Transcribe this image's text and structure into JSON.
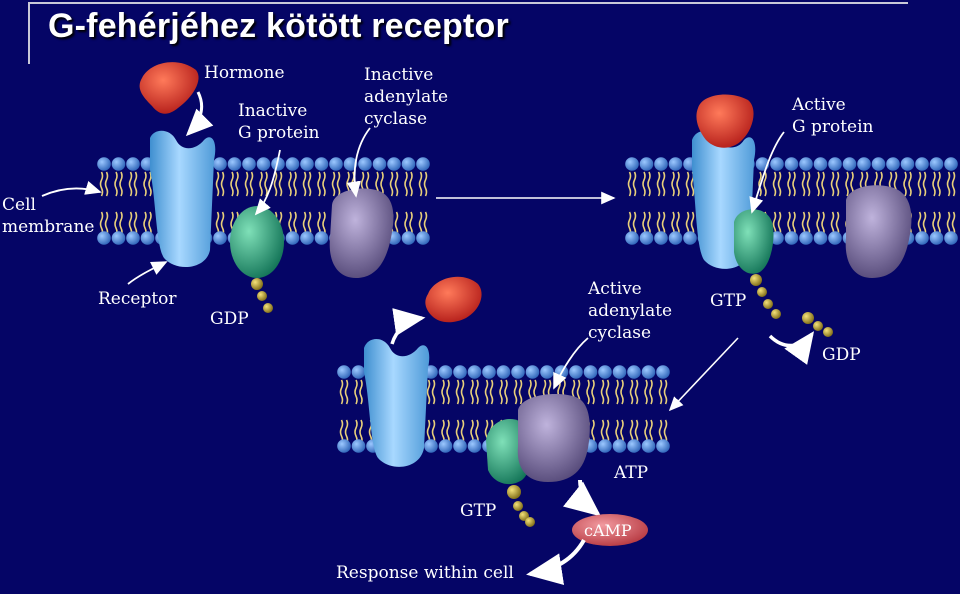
{
  "slide": {
    "title": "G-fehérjéhez kötött receptor"
  },
  "labels": {
    "hormone": "Hormone",
    "inactive_g_protein": [
      "Inactive",
      "G protein"
    ],
    "inactive_adenylate_cyclase": [
      "Inactive",
      "adenylate",
      "cyclase"
    ],
    "cell_membrane": [
      "Cell",
      "membrane"
    ],
    "receptor": "Receptor",
    "gdp_left": "GDP",
    "active_g_protein": [
      "Active",
      "G protein"
    ],
    "gtp_right": "GTP",
    "gdp_right": "GDP",
    "active_adenylate_cyclase": [
      "Active",
      "adenylate",
      "cyclase"
    ],
    "atp": "ATP",
    "gtp_bottom": "GTP",
    "camp": "cAMP",
    "response": "Response within cell"
  },
  "colors": {
    "background": "#050566",
    "hormone": "#d9302a",
    "receptor": "#6fb6e8",
    "g_protein": "#1f9a78",
    "adenylate_cyclase": "#7b6e9c",
    "phosphate_bead": "#b8a33a",
    "lipid_head": "#3f7fd0",
    "lipid_tail": "#e8cf7a",
    "camp": "#d85c62"
  }
}
